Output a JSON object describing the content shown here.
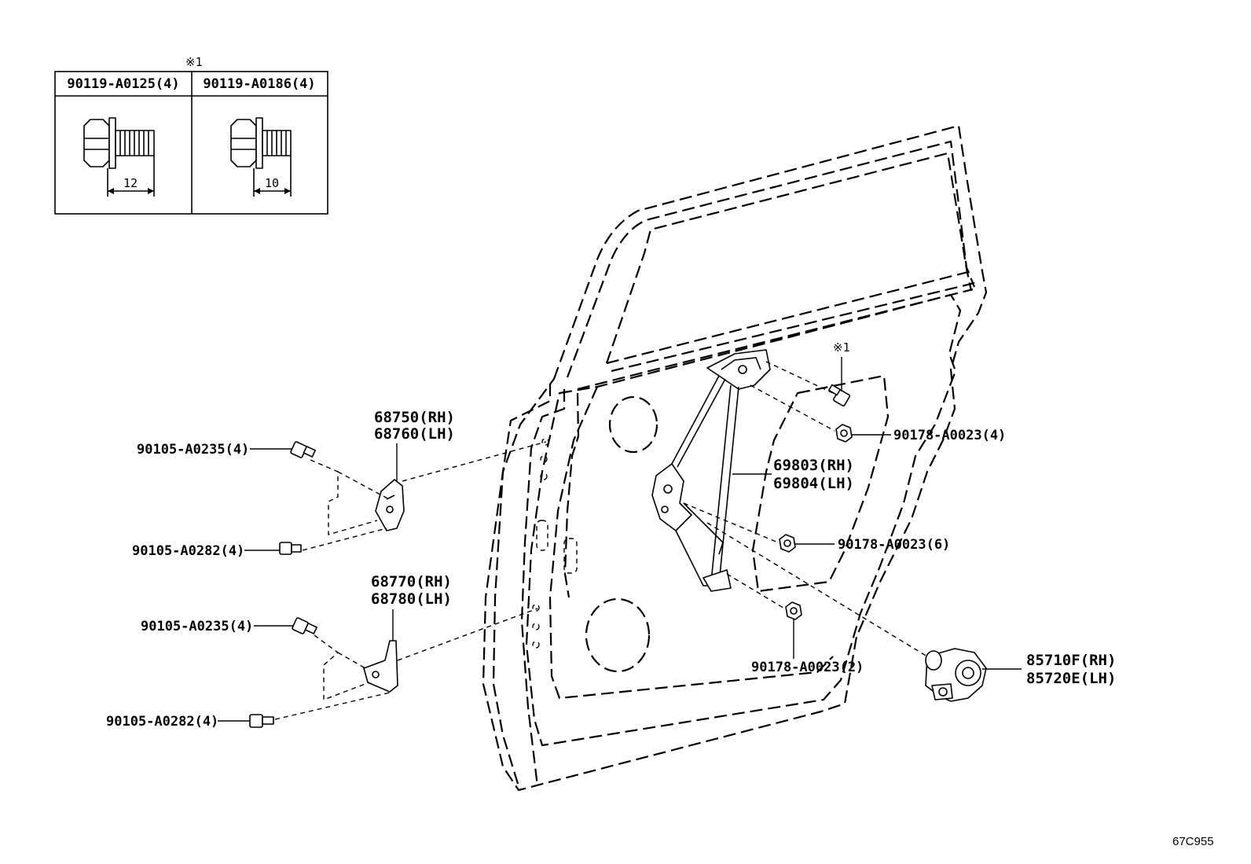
{
  "inset": {
    "note_mark": "※1",
    "columns": [
      {
        "part_number": "90119-A0125(4)",
        "dimension": "12"
      },
      {
        "part_number": "90119-A0186(4)",
        "dimension": "10"
      }
    ]
  },
  "callouts": {
    "hinge_upper": {
      "rh": "68750(RH)",
      "lh": "68760(LH)"
    },
    "hinge_lower": {
      "rh": "68770(RH)",
      "lh": "68780(LH)"
    },
    "regulator": {
      "rh": "69803(RH)",
      "lh": "69804(LH)"
    },
    "motor": {
      "rh": "85710F(RH)",
      "lh": "85720E(LH)"
    },
    "bolt_upper_top": "90105-A0235(4)",
    "bolt_upper_bottom": "90105-A0282(4)",
    "bolt_lower_top": "90105-A0235(4)",
    "bolt_lower_bottom": "90105-A0282(4)",
    "nut_top": "90178-A0023(4)",
    "nut_middle": "90178-A0023(6)",
    "nut_bottom": "90178-A0023(2)",
    "regulator_bolt_mark": "※1"
  },
  "diagram_code": "67C955"
}
